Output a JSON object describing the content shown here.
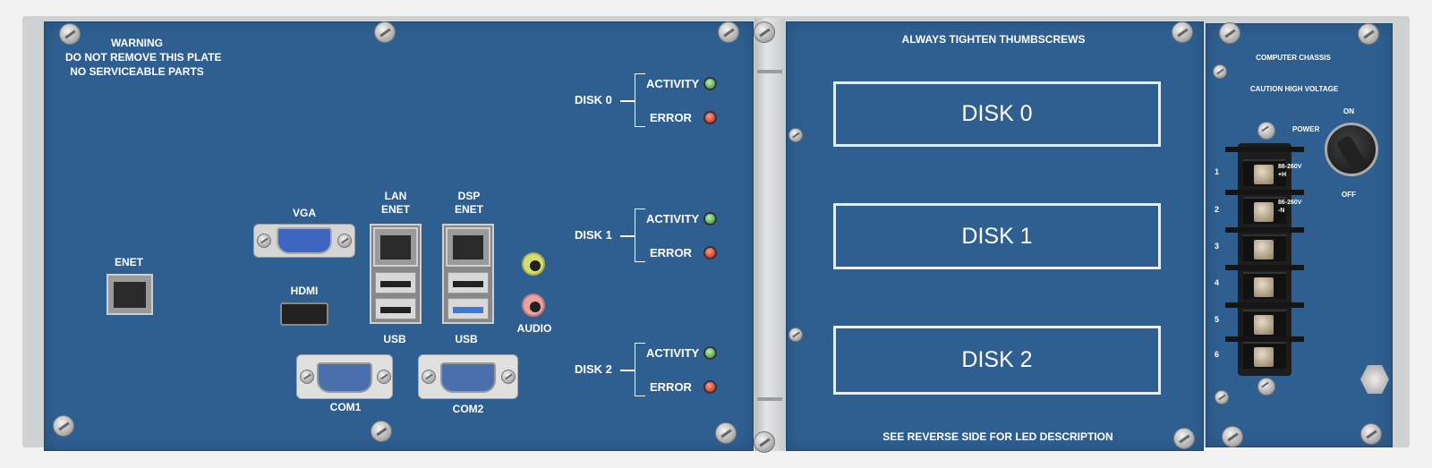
{
  "left_panel": {
    "warning": [
      "WARNING",
      "DO NOT REMOVE THIS PLATE",
      "NO SERVICEABLE PARTS"
    ],
    "ports": {
      "enet": "ENET",
      "vga": "VGA",
      "hdmi": "HDMI",
      "lan_enet": [
        "LAN",
        "ENET"
      ],
      "dsp_enet": [
        "DSP",
        "ENET"
      ],
      "usb_left": "USB",
      "usb_right": "USB",
      "audio": "AUDIO",
      "com1": "COM1",
      "com2": "COM2"
    },
    "disk_leds": [
      {
        "name": "DISK 0",
        "activity": "ACTIVITY",
        "error": "ERROR"
      },
      {
        "name": "DISK 1",
        "activity": "ACTIVITY",
        "error": "ERROR"
      },
      {
        "name": "DISK 2",
        "activity": "ACTIVITY",
        "error": "ERROR"
      }
    ],
    "led_colors": {
      "activity": "#3a9a3a",
      "error": "#d22a1a"
    }
  },
  "middle_panel": {
    "top_text": "ALWAYS TIGHTEN THUMBSCREWS",
    "bays": [
      "DISK 0",
      "DISK 1",
      "DISK 2"
    ],
    "bottom_text": "SEE REVERSE SIDE FOR LED DESCRIPTION"
  },
  "right_panel": {
    "line1": "COMPUTER CHASSIS",
    "line2": "CAUTION HIGH VOLTAGE",
    "power_label": "POWER",
    "on_label": "ON",
    "off_label": "OFF",
    "terminal_numbers": [
      "1",
      "2",
      "3",
      "4",
      "5",
      "6"
    ],
    "terminal_voltage_1": [
      "86-260V",
      "+H"
    ],
    "terminal_voltage_2": [
      "86-260V",
      "-N"
    ]
  },
  "colors": {
    "panel_blue": "#2f5f91",
    "frame": "#cfd1d3"
  }
}
